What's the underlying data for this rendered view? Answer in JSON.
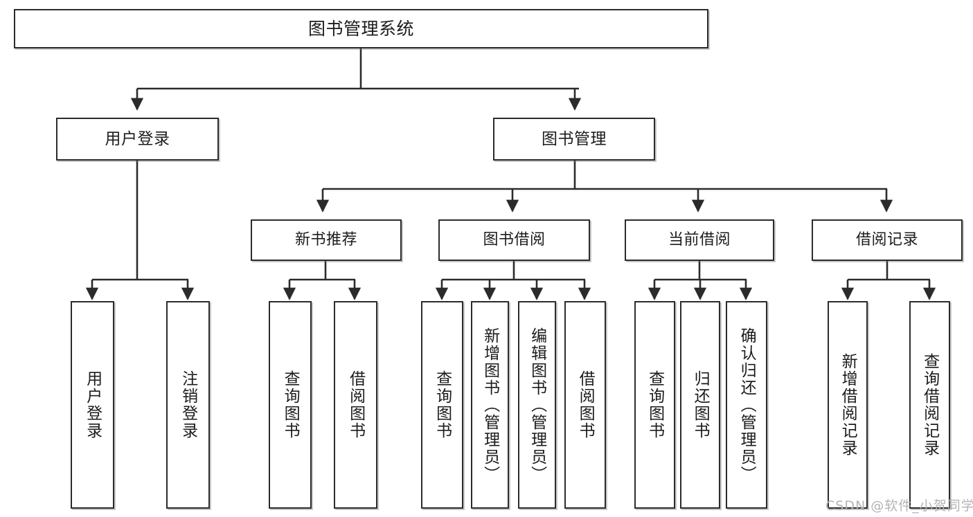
{
  "diagram": {
    "type": "tree-hierarchy-chart",
    "title": "图书管理系统",
    "colors": {
      "box_border": "#2b2b2b",
      "box_fill": "#ffffff",
      "text": "#1c1c1c",
      "connector": "#2b2b2b",
      "watermark": "#b4b4b4",
      "background": "#ffffff"
    },
    "root": {
      "label": "图书管理系统"
    },
    "level2": [
      {
        "label": "用户登录"
      },
      {
        "label": "图书管理"
      }
    ],
    "level3": [
      {
        "label": "新书推荐"
      },
      {
        "label": "图书借阅"
      },
      {
        "label": "当前借阅"
      },
      {
        "label": "借阅记录"
      }
    ],
    "leaves": {
      "user_login": [
        {
          "label": "用户登录"
        },
        {
          "label": "注销登录"
        }
      ],
      "new_book_recommend": [
        {
          "label": "查询图书"
        },
        {
          "label": "借阅图书"
        }
      ],
      "book_borrow": [
        {
          "label": "查询图书"
        },
        {
          "label": "新增图书（管理员）"
        },
        {
          "label": "编辑图书（管理员）"
        },
        {
          "label": "借阅图书"
        }
      ],
      "current_borrow": [
        {
          "label": "查询图书"
        },
        {
          "label": "归还图书"
        },
        {
          "label": "确认归还（管理员）"
        }
      ],
      "borrow_record": [
        {
          "label": "新增借阅记录"
        },
        {
          "label": "查询借阅记录"
        }
      ]
    },
    "watermark": "CSDN @软件_小贺同学"
  }
}
